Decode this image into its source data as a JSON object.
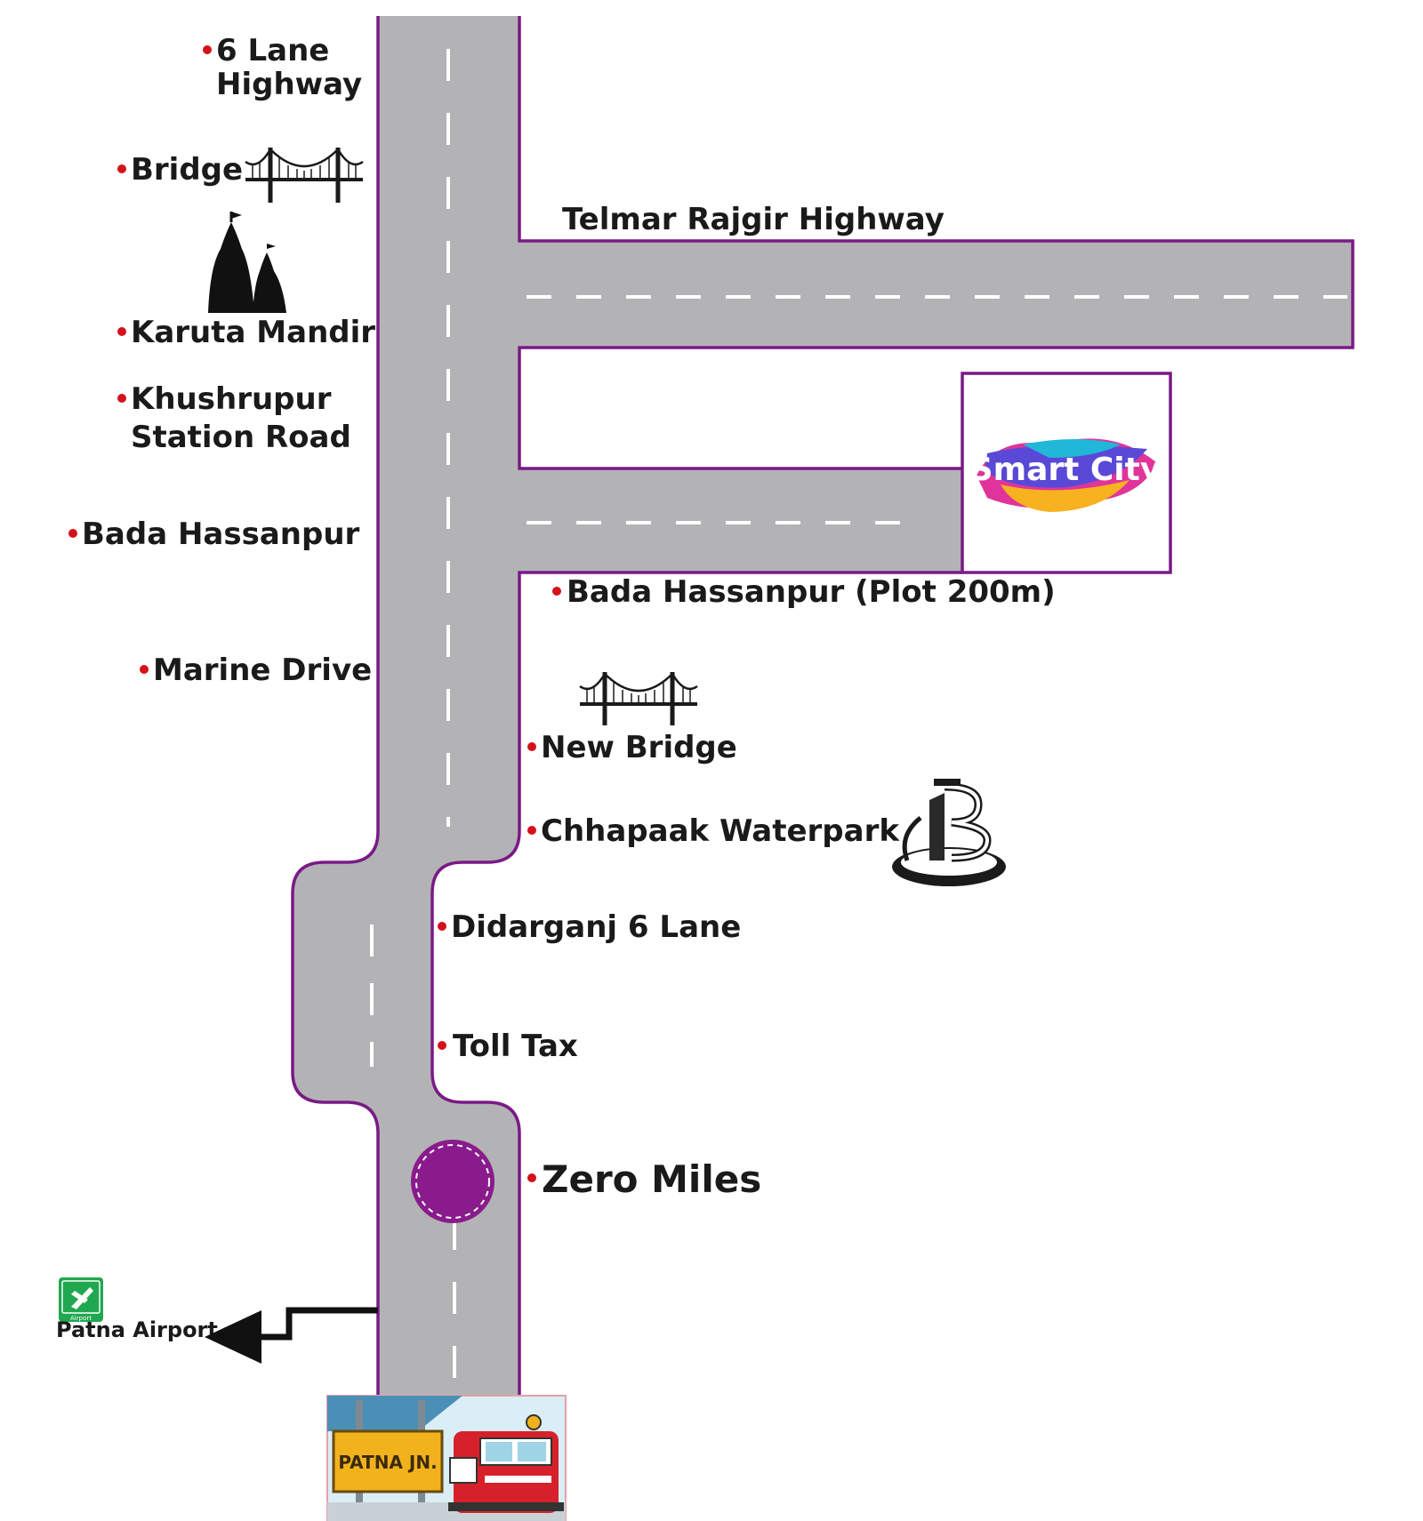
{
  "roads": {
    "top_highway": "Telmar Rajgir Highway"
  },
  "left_landmarks": [
    {
      "line1": "6 Lane",
      "line2": "Highway"
    },
    {
      "line1": "Bridge",
      "line2": ""
    },
    {
      "line1": "Karuta Mandir",
      "line2": ""
    },
    {
      "line1": "Khushrupur",
      "line2": "Station Road"
    },
    {
      "line1": "Bada Hassanpur",
      "line2": ""
    },
    {
      "line1": "Marine Drive",
      "line2": ""
    }
  ],
  "right_landmarks": [
    {
      "label": "Bada Hassanpur (Plot 200m)"
    },
    {
      "label": "New Bridge"
    },
    {
      "label": "Chhapaak Waterpark"
    },
    {
      "label": "Didarganj 6 Lane"
    },
    {
      "label": "Toll Tax"
    },
    {
      "label": "Zero Miles"
    }
  ],
  "smart_city": {
    "label": "Smart City"
  },
  "airport": {
    "label": "Patna Airport",
    "sign_text": "Airport"
  },
  "station": {
    "label": "PATNA JN."
  },
  "colors": {
    "road": "#b3b3b5",
    "road_edge": "#7a1a86",
    "bullet": "#d4111a",
    "roundabout": "#8a1b8c"
  },
  "icons": [
    "bridge-icon",
    "temple-icon",
    "waterpark-icon",
    "airport-icon",
    "train-icon",
    "arrow-left-icon"
  ]
}
